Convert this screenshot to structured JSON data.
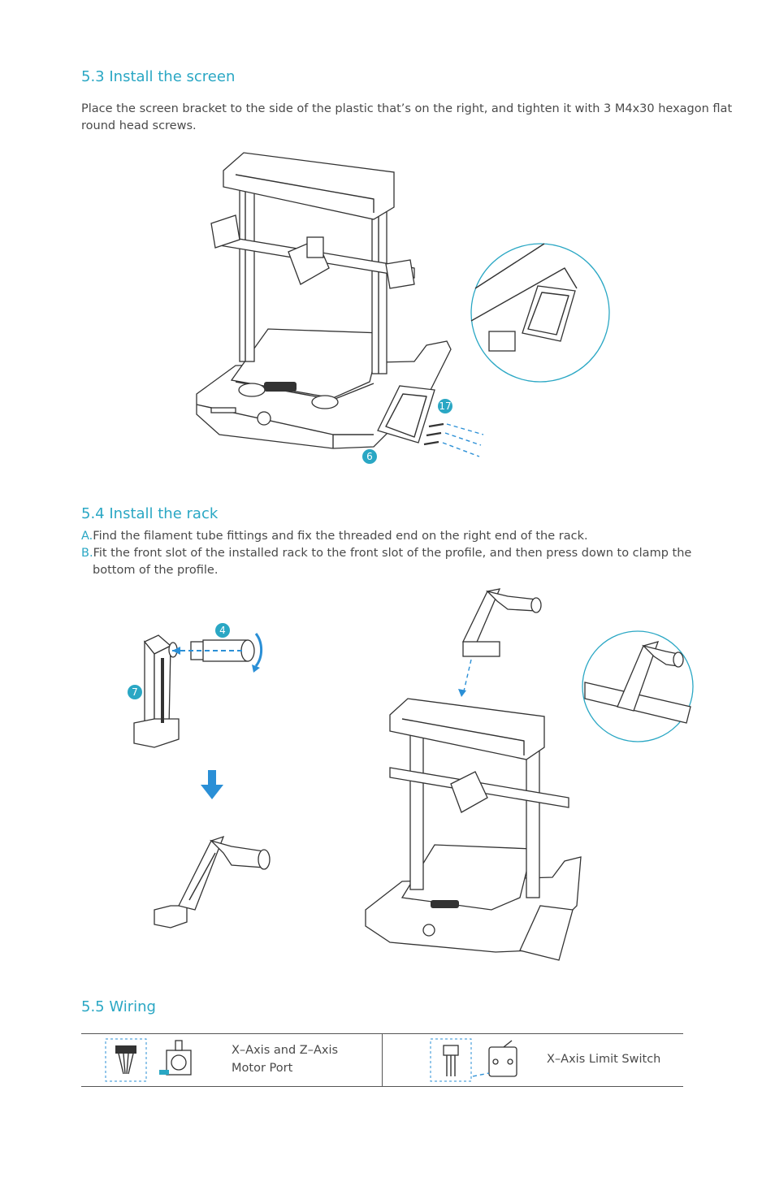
{
  "section_5_3": {
    "title": "5.3 Install the screen",
    "body": "Place the screen bracket to the side of the plastic that’s on the right, and tighten it with 3 M4x30 hexagon flat round head screws.",
    "callouts": [
      "17",
      "6"
    ]
  },
  "section_5_4": {
    "title": "5.4  Install the rack",
    "steps": [
      {
        "label": "A.",
        "text": "Find the filament tube fittings and fix the threaded end on the right end of the rack."
      },
      {
        "label": "B.",
        "text": "Fit the front slot of the installed rack to the front slot of the profile, and then press down to clamp the bottom of the profile."
      }
    ],
    "callouts": [
      "4",
      "7"
    ]
  },
  "section_5_5": {
    "title": "5.5 Wiring",
    "rows": [
      {
        "label": "X–Axis and Z–Axis Motor Port"
      },
      {
        "label": "X–Axis Limit Switch"
      }
    ]
  },
  "colors": {
    "accent": "#2aa7c4",
    "arrow": "#2a8fd6",
    "text": "#4a4a4a"
  }
}
